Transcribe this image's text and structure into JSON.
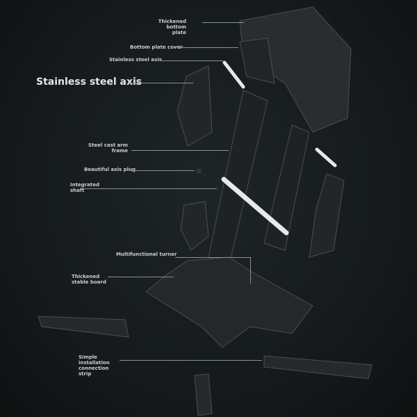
{
  "labels": {
    "thickened_bottom_plate": "Thickened bottom plate",
    "bottom_plate_cover": "Bottom plate cover",
    "stainless_steel_axis_small": "Stainless steel axis",
    "stainless_steel_axis_big": "Stainless steel axis",
    "steel_cast_arm_frame": "Steel cast arm frame",
    "beautiful_axis_plug": "Beautiful axis plug",
    "integrated_shaft": "Integrated shaft",
    "multifunctional_turner": "Multifunctional turner",
    "thickened_stable_board": "Thickened stable board",
    "simple_installation_strip": "Simple installation connection strip"
  }
}
